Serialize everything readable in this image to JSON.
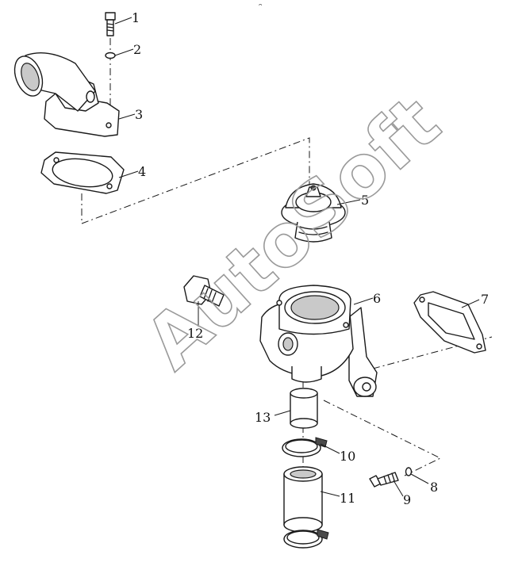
{
  "top_mark": "ᵔ",
  "watermark": "AutoSoft",
  "callouts": [
    {
      "id": 1,
      "text": "1"
    },
    {
      "id": 2,
      "text": "2"
    },
    {
      "id": 3,
      "text": "3"
    },
    {
      "id": 4,
      "text": "4"
    },
    {
      "id": 5,
      "text": "5"
    },
    {
      "id": 6,
      "text": "6"
    },
    {
      "id": 7,
      "text": "7"
    },
    {
      "id": 8,
      "text": "8"
    },
    {
      "id": 9,
      "text": "9"
    },
    {
      "id": 10,
      "text": "10"
    },
    {
      "id": 11,
      "text": "11"
    },
    {
      "id": 12,
      "text": "12"
    },
    {
      "id": 13,
      "text": "13"
    }
  ]
}
